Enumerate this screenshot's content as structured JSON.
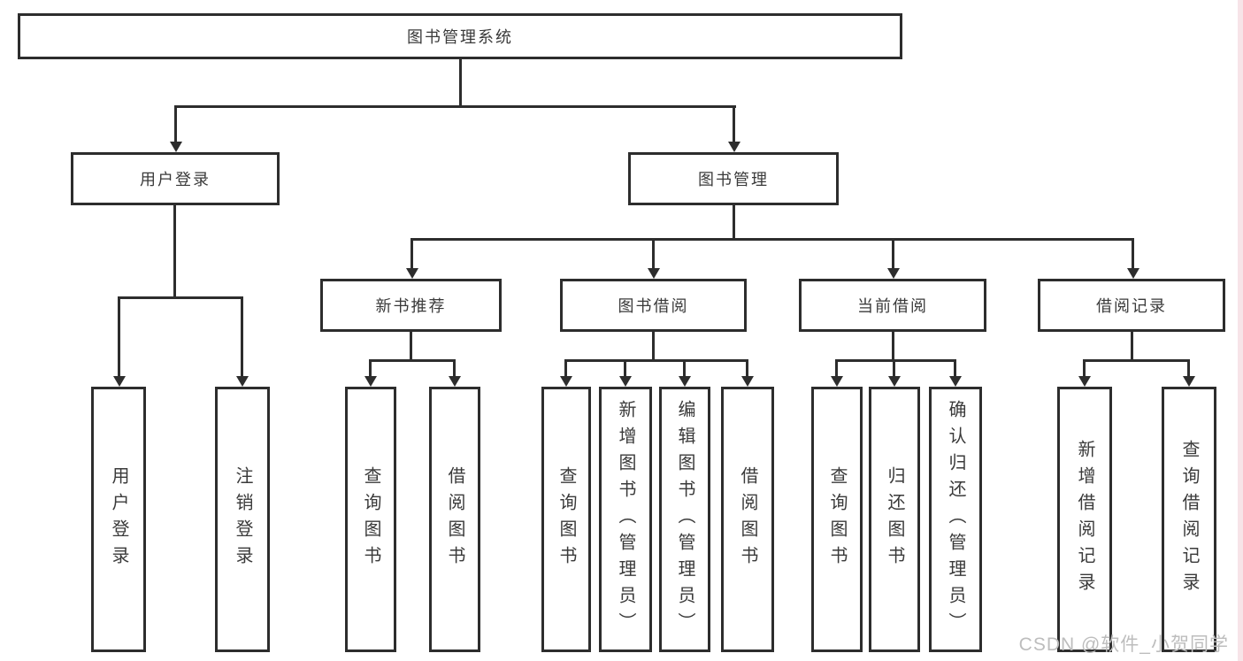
{
  "diagram": {
    "title": "图书管理系统",
    "root": {
      "label": "图书管理系统"
    },
    "level2": {
      "user_login": {
        "label": "用户登录"
      },
      "book_mgmt": {
        "label": "图书管理"
      }
    },
    "level3": {
      "new_book": {
        "label": "新书推荐"
      },
      "book_borrow": {
        "label": "图书借阅"
      },
      "current_borrow": {
        "label": "当前借阅"
      },
      "borrow_records": {
        "label": "借阅记录"
      }
    },
    "leaves": {
      "user_login": [
        "用户登录",
        "注销登录"
      ],
      "new_book": [
        "查询图书",
        "借阅图书"
      ],
      "book_borrow": [
        "查询图书",
        "新增图书（管理员）",
        "编辑图书（管理员）",
        "借阅图书"
      ],
      "current_borrow": [
        "查询图书",
        "归还图书",
        "确认归还（管理员）"
      ],
      "borrow_records": [
        "新增借阅记录",
        "查询借阅记录"
      ]
    },
    "watermark": "CSDN @软件_小贺同学",
    "colors": {
      "line": "#2d2d2d",
      "text": "#3a3a3a",
      "watermark": "#bdbdbd",
      "right_strip": "#f7e4e8",
      "background": "#ffffff"
    }
  }
}
